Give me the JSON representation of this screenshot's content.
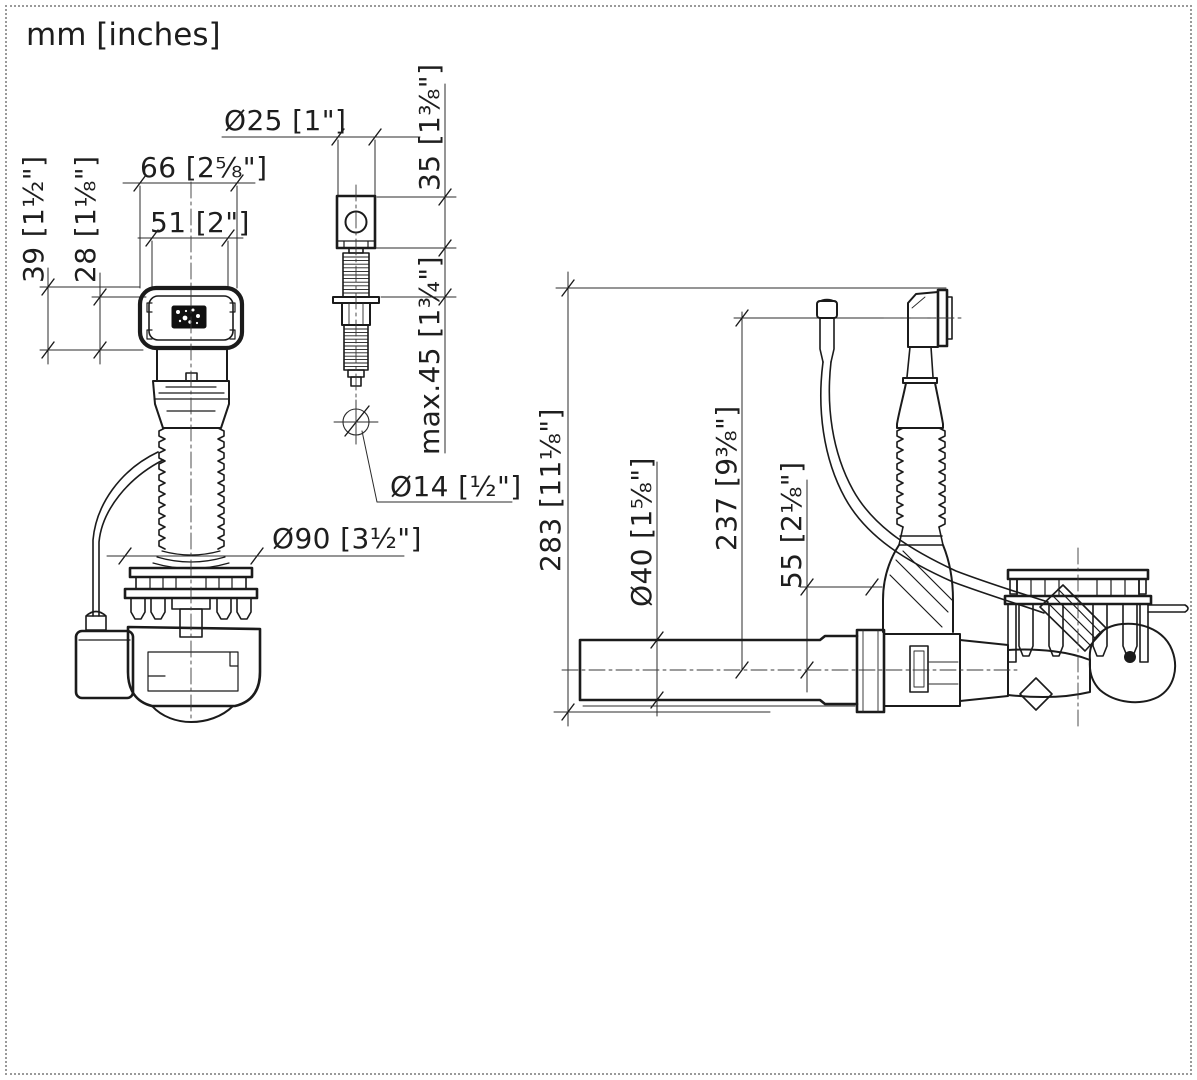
{
  "page": {
    "units_label": "mm [inches]"
  },
  "colors": {
    "line": "#1b1b1b",
    "background": "#ffffff",
    "border_dots": "#9a9a9a"
  },
  "dims": {
    "d66": "66 [2⅝\"]",
    "d51": "51 [2\"]",
    "d39": "39 [1½\"]",
    "d28": "28 [1⅛\"]",
    "d25": "Ø25 [1\"]",
    "d35": "35 [1⅜\"]",
    "d45": "max.45 [1¾\"]",
    "d14": "Ø14 [½\"]",
    "d90": "Ø90 [3½\"]",
    "d283": "283 [11⅛\"]",
    "d40": "Ø40 [1⅝\"]",
    "d237": "237 [9⅜\"]",
    "d55": "55 [2⅛\"]"
  }
}
